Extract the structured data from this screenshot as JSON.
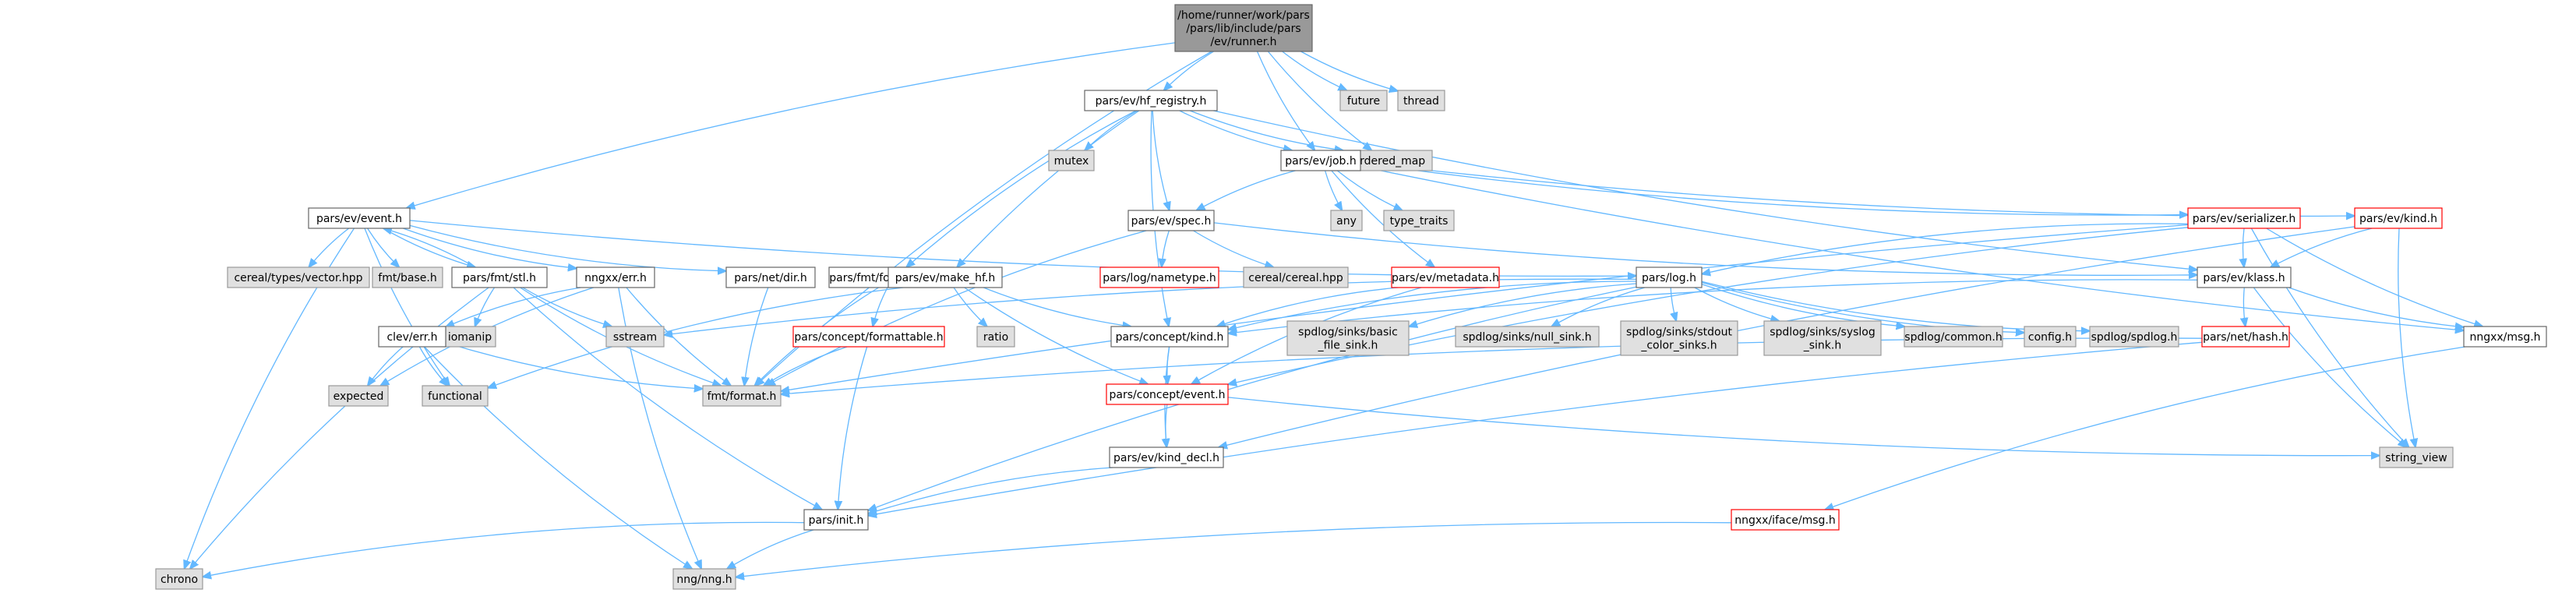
{
  "colors": {
    "edge": "#63b8ff",
    "root_fill": "#999999",
    "header_stroke": "#666666",
    "system_fill": "#e0e0e0",
    "system_stroke": "#999999",
    "broken_stroke": "#ff0000"
  },
  "nodes": {
    "root": {
      "label": "/home/runner/work/pars\n/pars/lib/include/pars\n/ev/runner.h",
      "kind": "root"
    },
    "hf_registry": {
      "label": "pars/ev/hf_registry.h",
      "kind": "header"
    },
    "future": {
      "label": "future",
      "kind": "system"
    },
    "thread": {
      "label": "thread",
      "kind": "system"
    },
    "mutex": {
      "label": "mutex",
      "kind": "system"
    },
    "unordered_map": {
      "label": "unordered_map",
      "kind": "system"
    },
    "job": {
      "label": "pars/ev/job.h",
      "kind": "header"
    },
    "event": {
      "label": "pars/ev/event.h",
      "kind": "header"
    },
    "any": {
      "label": "any",
      "kind": "system"
    },
    "type_traits": {
      "label": "type_traits",
      "kind": "system"
    },
    "spec": {
      "label": "pars/ev/spec.h",
      "kind": "header"
    },
    "serializer": {
      "label": "pars/ev/serializer.h",
      "kind": "broken"
    },
    "kind": {
      "label": "pars/ev/kind.h",
      "kind": "broken"
    },
    "cereal_vector": {
      "label": "cereal/types/vector.hpp",
      "kind": "system"
    },
    "fmt_base": {
      "label": "fmt/base.h",
      "kind": "system"
    },
    "fmt_stl": {
      "label": "pars/fmt/stl.h",
      "kind": "header"
    },
    "nngxx_err": {
      "label": "nngxx/err.h",
      "kind": "header"
    },
    "net_dir": {
      "label": "pars/net/dir.h",
      "kind": "header"
    },
    "fmt_formattable": {
      "label": "pars/fmt/formattable.h",
      "kind": "header"
    },
    "make_hf": {
      "label": "pars/ev/make_hf.h",
      "kind": "header"
    },
    "log_nametype": {
      "label": "pars/log/nametype.h",
      "kind": "broken"
    },
    "cereal_cereal": {
      "label": "cereal/cereal.hpp",
      "kind": "system"
    },
    "metadata": {
      "label": "pars/ev/metadata.h",
      "kind": "broken"
    },
    "log": {
      "label": "pars/log.h",
      "kind": "header"
    },
    "klass": {
      "label": "pars/ev/klass.h",
      "kind": "header"
    },
    "iomanip": {
      "label": "iomanip",
      "kind": "system"
    },
    "clev_err": {
      "label": "clev/err.h",
      "kind": "header"
    },
    "sstream": {
      "label": "sstream",
      "kind": "system"
    },
    "concept_formattable": {
      "label": "pars/concept/formattable.h",
      "kind": "broken"
    },
    "ratio": {
      "label": "ratio",
      "kind": "system"
    },
    "concept_kind": {
      "label": "pars/concept/kind.h",
      "kind": "header"
    },
    "basic_file_sink": {
      "label": "spdlog/sinks/basic\n_file_sink.h",
      "kind": "system"
    },
    "null_sink": {
      "label": "spdlog/sinks/null_sink.h",
      "kind": "system"
    },
    "stdout_color_sinks": {
      "label": "spdlog/sinks/stdout\n_color_sinks.h",
      "kind": "system"
    },
    "syslog_sink": {
      "label": "spdlog/sinks/syslog\n_sink.h",
      "kind": "system"
    },
    "spdlog_common": {
      "label": "spdlog/common.h",
      "kind": "system"
    },
    "config": {
      "label": "config.h",
      "kind": "system"
    },
    "spdlog": {
      "label": "spdlog/spdlog.h",
      "kind": "system"
    },
    "net_hash": {
      "label": "pars/net/hash.h",
      "kind": "broken"
    },
    "nngxx_msg": {
      "label": "nngxx/msg.h",
      "kind": "header"
    },
    "expected": {
      "label": "expected",
      "kind": "system"
    },
    "functional": {
      "label": "functional",
      "kind": "system"
    },
    "fmt_format": {
      "label": "fmt/format.h",
      "kind": "system"
    },
    "concept_event": {
      "label": "pars/concept/event.h",
      "kind": "broken"
    },
    "kind_decl": {
      "label": "pars/ev/kind_decl.h",
      "kind": "header"
    },
    "string_view": {
      "label": "string_view",
      "kind": "system"
    },
    "init": {
      "label": "pars/init.h",
      "kind": "header"
    },
    "iface_msg": {
      "label": "nngxx/iface/msg.h",
      "kind": "broken"
    },
    "chrono": {
      "label": "chrono",
      "kind": "system"
    },
    "nng": {
      "label": "nng/nng.h",
      "kind": "system"
    }
  },
  "edges": [
    [
      "root",
      "hf_registry"
    ],
    [
      "root",
      "future"
    ],
    [
      "root",
      "thread"
    ],
    [
      "root",
      "unordered_map"
    ],
    [
      "root",
      "job"
    ],
    [
      "root",
      "event"
    ],
    [
      "root",
      "fmt_format"
    ],
    [
      "hf_registry",
      "mutex"
    ],
    [
      "hf_registry",
      "unordered_map"
    ],
    [
      "hf_registry",
      "job"
    ],
    [
      "hf_registry",
      "spec"
    ],
    [
      "hf_registry",
      "fmt_formattable"
    ],
    [
      "hf_registry",
      "make_hf"
    ],
    [
      "hf_registry",
      "concept_kind"
    ],
    [
      "hf_registry",
      "klass"
    ],
    [
      "job",
      "any"
    ],
    [
      "job",
      "type_traits"
    ],
    [
      "job",
      "spec"
    ],
    [
      "job",
      "serializer"
    ],
    [
      "job",
      "kind"
    ],
    [
      "job",
      "metadata"
    ],
    [
      "job",
      "nngxx_msg"
    ],
    [
      "event",
      "cereal_vector"
    ],
    [
      "event",
      "fmt_base"
    ],
    [
      "event",
      "fmt_stl"
    ],
    [
      "event",
      "nngxx_err"
    ],
    [
      "event",
      "net_dir"
    ],
    [
      "event",
      "log"
    ],
    [
      "event",
      "chrono"
    ],
    [
      "event",
      "functional"
    ],
    [
      "fmt_stl",
      "event"
    ],
    [
      "fmt_stl",
      "iomanip"
    ],
    [
      "fmt_stl",
      "sstream"
    ],
    [
      "fmt_stl",
      "chrono"
    ],
    [
      "fmt_stl",
      "init"
    ],
    [
      "fmt_stl",
      "fmt_format"
    ],
    [
      "nngxx_err",
      "clev_err"
    ],
    [
      "nngxx_err",
      "expected"
    ],
    [
      "nngxx_err",
      "fmt_format"
    ],
    [
      "nngxx_err",
      "nng"
    ],
    [
      "clev_err",
      "expected"
    ],
    [
      "clev_err",
      "functional"
    ],
    [
      "clev_err",
      "fmt_format"
    ],
    [
      "clev_err",
      "nng"
    ],
    [
      "net_dir",
      "fmt_format"
    ],
    [
      "spec",
      "log_nametype"
    ],
    [
      "spec",
      "cereal_cereal"
    ],
    [
      "spec",
      "klass"
    ],
    [
      "spec",
      "fmt_format"
    ],
    [
      "serializer",
      "log"
    ],
    [
      "serializer",
      "klass"
    ],
    [
      "serializer",
      "nngxx_msg"
    ],
    [
      "serializer",
      "string_view"
    ],
    [
      "serializer",
      "fmt_format"
    ],
    [
      "serializer",
      "concept_event"
    ],
    [
      "kind",
      "klass"
    ],
    [
      "kind",
      "string_view"
    ],
    [
      "kind",
      "kind_decl"
    ],
    [
      "metadata",
      "concept_kind"
    ],
    [
      "metadata",
      "concept_event"
    ],
    [
      "fmt_formattable",
      "concept_formattable"
    ],
    [
      "fmt_formattable",
      "fmt_format"
    ],
    [
      "concept_formattable",
      "init"
    ],
    [
      "concept_formattable",
      "fmt_format"
    ],
    [
      "make_hf",
      "ratio"
    ],
    [
      "make_hf",
      "concept_kind"
    ],
    [
      "make_hf",
      "concept_event"
    ],
    [
      "make_hf",
      "functional"
    ],
    [
      "log",
      "sstream"
    ],
    [
      "log",
      "basic_file_sink"
    ],
    [
      "log",
      "null_sink"
    ],
    [
      "log",
      "stdout_color_sinks"
    ],
    [
      "log",
      "syslog_sink"
    ],
    [
      "log",
      "spdlog_common"
    ],
    [
      "log",
      "config"
    ],
    [
      "log",
      "spdlog"
    ],
    [
      "log",
      "concept_kind"
    ],
    [
      "log",
      "init"
    ],
    [
      "klass",
      "net_hash"
    ],
    [
      "klass",
      "nngxx_msg"
    ],
    [
      "klass",
      "string_view"
    ],
    [
      "klass",
      "concept_kind"
    ],
    [
      "net_hash",
      "fmt_format"
    ],
    [
      "net_hash",
      "init"
    ],
    [
      "nngxx_msg",
      "iface_msg"
    ],
    [
      "iface_msg",
      "nng"
    ],
    [
      "concept_kind",
      "concept_event"
    ],
    [
      "concept_kind",
      "kind_decl"
    ],
    [
      "concept_event",
      "kind_decl"
    ],
    [
      "concept_event",
      "string_view"
    ],
    [
      "kind_decl",
      "init"
    ],
    [
      "init",
      "chrono"
    ],
    [
      "init",
      "nng"
    ]
  ]
}
